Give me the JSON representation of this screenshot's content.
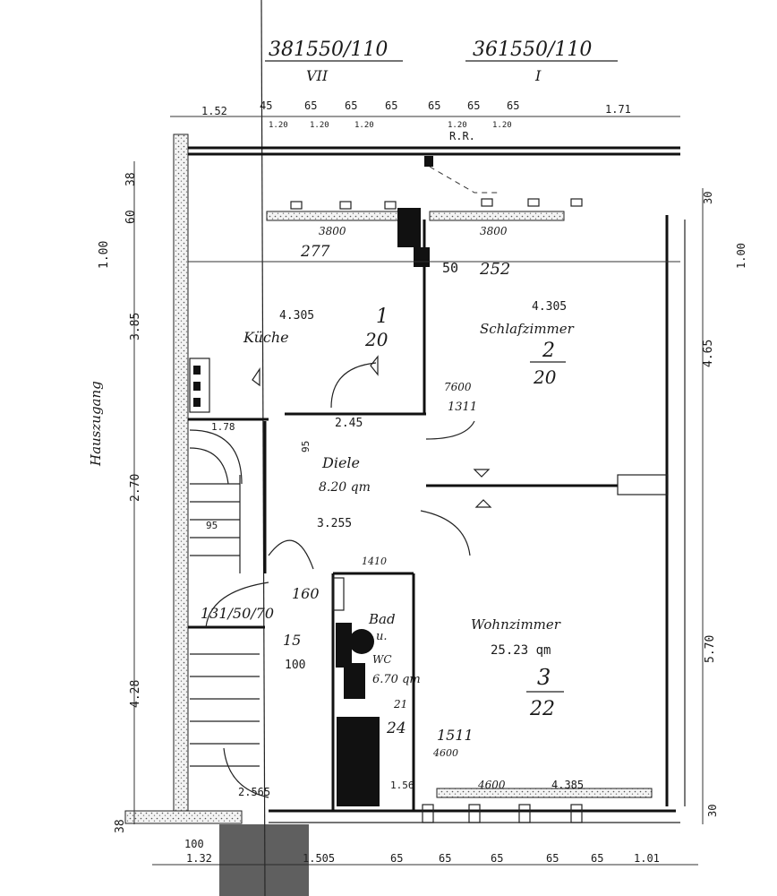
{
  "header": {
    "parcel_left": "381550/110",
    "parcel_left_sub": "VII",
    "parcel_right": "361550/110",
    "parcel_right_sub": "I"
  },
  "top_dimensions": [
    "1.52",
    "45",
    "65",
    "65",
    "65",
    "65",
    "65",
    "65",
    "1.71"
  ],
  "top_sub_dimensions": [
    "1.20",
    "1.20",
    "1.20",
    "1.20",
    "1.20"
  ],
  "bottom_dimensions": [
    "1.32",
    "1.505",
    "65",
    "65",
    "65",
    "65",
    "65",
    "1.01"
  ],
  "left_dimensions": [
    "38",
    "60",
    "1.00",
    "3.85",
    "2.70",
    "4.28",
    "38"
  ],
  "right_dimensions": [
    "30",
    "1.00",
    "4.65",
    "5.70",
    "30"
  ],
  "labels": {
    "rr": "R.R.",
    "vertical_note": "Hauszugang",
    "floor_ref": "131/50/70"
  },
  "rooms": [
    {
      "name": "Küche",
      "number": "1",
      "area": "20",
      "ceiling": "4.305",
      "code": "277"
    },
    {
      "name": "Schlafzimmer",
      "number": "2",
      "area": "20",
      "ceiling": "4.305",
      "code": "252"
    },
    {
      "name": "Diele",
      "area_text": "8.20 qm",
      "width": "2.45",
      "depth": "3.255"
    },
    {
      "name": "Bad",
      "sub": "u.",
      "sub2": "WC",
      "area_text": "6.70 qm",
      "code": "21",
      "number": "24"
    },
    {
      "name": "Wohnzimmer",
      "number": "3",
      "area": "22",
      "area_text": "25.23 qm",
      "ceiling": "4.385"
    }
  ],
  "misc_measurements": [
    "3800",
    "3800",
    "50",
    "1.78",
    "95",
    "95",
    "7600",
    "1311",
    "1410",
    "160",
    "15",
    "100",
    "1511",
    "4600",
    "4600",
    "2.565",
    "1.56",
    "100"
  ]
}
